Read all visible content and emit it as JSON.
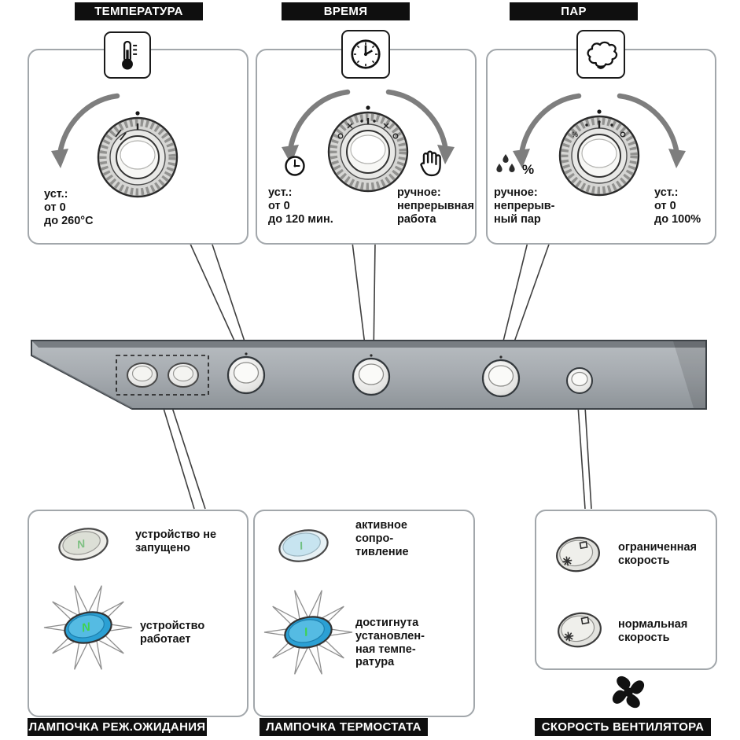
{
  "top_sections": {
    "temperature": {
      "title": "ТЕМПЕРАТУРА",
      "set_note": "уст.:\nот 0\nдо 260°C"
    },
    "time": {
      "title": "ВРЕМЯ",
      "set_note": "уст.:\nот 0\nдо 120 мин.",
      "manual_note": "ручное:\nнепрерывная\nработа"
    },
    "steam": {
      "title": "ПАР",
      "manual_note": "ручное:\nнепрерыв-\nный пар",
      "set_note": "уст.:\nот 0\nдо 100%",
      "drops_percent": "%",
      "dial_percent": "%"
    }
  },
  "bottom_sections": {
    "standby_lamp": {
      "title": "ЛАМПОЧКА РЕЖ.ОЖИДАНИЯ",
      "off_label": "устройство не\nзапущено",
      "on_label": "устройство\nработает",
      "symbol": "N"
    },
    "thermostat_lamp": {
      "title": "ЛАМПОЧКА ТЕРМОСТАТА",
      "active_label": "активное\nсопро-\nтивление",
      "reached_label": "достигнута\nустановлен-\nная темпе-\nратура",
      "symbol": "I"
    },
    "fan_speed": {
      "title": "СКОРОСТЬ ВЕНТИЛЯТОРА",
      "limited_label": "ограниченная\nскорость",
      "normal_label": "нормальная\nскорость"
    }
  },
  "icons": {
    "thermometer": "thermometer-icon",
    "clock": "clock-icon",
    "steam": "steam-puff-icon",
    "timer_clock": "clock-small-icon",
    "manual_hand": "hand-icon",
    "steam_drops": "drops-percent-icon",
    "fan": "fan-icon"
  },
  "colors": {
    "header_bg": "#0f0f0f",
    "header_text": "#ffffff",
    "panel_border": "#a2a7ab",
    "strip_fill": "#a8adb2",
    "lamp_on": "#2ba0d4",
    "lamp_symbol": "#3fae4d"
  }
}
